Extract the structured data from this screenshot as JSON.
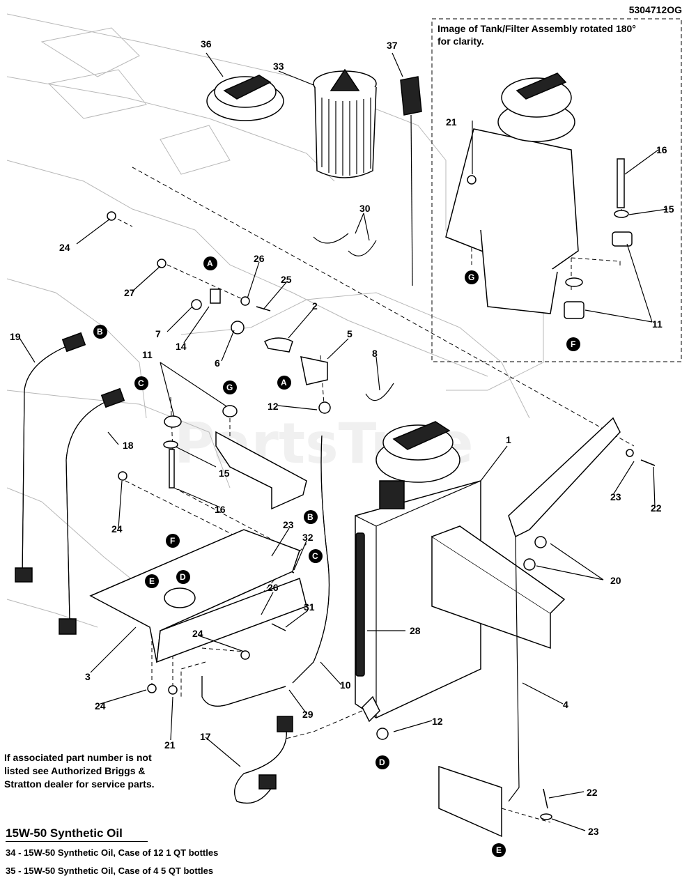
{
  "drawing_number": "5304712OG",
  "inset_caption": "Image of Tank/Filter Assembly rotated 180° for clarity.",
  "watermark": "PartsTree",
  "note": "If associated part number is not listed see Authorized Briggs & Stratton dealer for service parts.",
  "oil_section": {
    "title": "15W-50 Synthetic Oil",
    "items": [
      "34 - 15W-50 Synthetic Oil, Case of 12 1 QT bottles",
      "35 - 15W-50 Synthetic Oil, Case of 4 5 QT bottles"
    ]
  },
  "callouts": [
    {
      "id": "c36",
      "label": "36"
    },
    {
      "id": "c33",
      "label": "33"
    },
    {
      "id": "c37",
      "label": "37"
    },
    {
      "id": "c30",
      "label": "30"
    },
    {
      "id": "c24a",
      "label": "24"
    },
    {
      "id": "c27",
      "label": "27"
    },
    {
      "id": "c26a",
      "label": "26"
    },
    {
      "id": "c25",
      "label": "25"
    },
    {
      "id": "c2",
      "label": "2"
    },
    {
      "id": "c7",
      "label": "7"
    },
    {
      "id": "c14",
      "label": "14"
    },
    {
      "id": "c6",
      "label": "6"
    },
    {
      "id": "c5",
      "label": "5"
    },
    {
      "id": "c8",
      "label": "8"
    },
    {
      "id": "c19",
      "label": "19"
    },
    {
      "id": "c11a",
      "label": "11"
    },
    {
      "id": "c12a",
      "label": "12"
    },
    {
      "id": "c18",
      "label": "18"
    },
    {
      "id": "c15a",
      "label": "15"
    },
    {
      "id": "c16a",
      "label": "16"
    },
    {
      "id": "c24b",
      "label": "24"
    },
    {
      "id": "c23a",
      "label": "23"
    },
    {
      "id": "c32",
      "label": "32"
    },
    {
      "id": "c1",
      "label": "1"
    },
    {
      "id": "c23b",
      "label": "23"
    },
    {
      "id": "c22a",
      "label": "22"
    },
    {
      "id": "c20",
      "label": "20"
    },
    {
      "id": "c26b",
      "label": "26"
    },
    {
      "id": "c31",
      "label": "31"
    },
    {
      "id": "c28",
      "label": "28"
    },
    {
      "id": "c24c",
      "label": "24"
    },
    {
      "id": "c3",
      "label": "3"
    },
    {
      "id": "c10",
      "label": "10"
    },
    {
      "id": "c4",
      "label": "4"
    },
    {
      "id": "c24d",
      "label": "24"
    },
    {
      "id": "c29",
      "label": "29"
    },
    {
      "id": "c12b",
      "label": "12"
    },
    {
      "id": "c21a",
      "label": "21"
    },
    {
      "id": "c17",
      "label": "17"
    },
    {
      "id": "c22b",
      "label": "22"
    },
    {
      "id": "c23c",
      "label": "23"
    },
    {
      "id": "c21b",
      "label": "21"
    },
    {
      "id": "c16b",
      "label": "16"
    },
    {
      "id": "c15b",
      "label": "15"
    },
    {
      "id": "c11b",
      "label": "11"
    }
  ],
  "markers": [
    {
      "id": "mA1",
      "label": "A"
    },
    {
      "id": "mB1",
      "label": "B"
    },
    {
      "id": "mC1",
      "label": "C"
    },
    {
      "id": "mG1",
      "label": "G"
    },
    {
      "id": "mA2",
      "label": "A"
    },
    {
      "id": "mB2",
      "label": "B"
    },
    {
      "id": "mC2",
      "label": "C"
    },
    {
      "id": "mF1",
      "label": "F"
    },
    {
      "id": "mE1",
      "label": "E"
    },
    {
      "id": "mD1",
      "label": "D"
    },
    {
      "id": "mD2",
      "label": "D"
    },
    {
      "id": "mE2",
      "label": "E"
    },
    {
      "id": "mG2",
      "label": "G"
    },
    {
      "id": "mF2",
      "label": "F"
    }
  ]
}
